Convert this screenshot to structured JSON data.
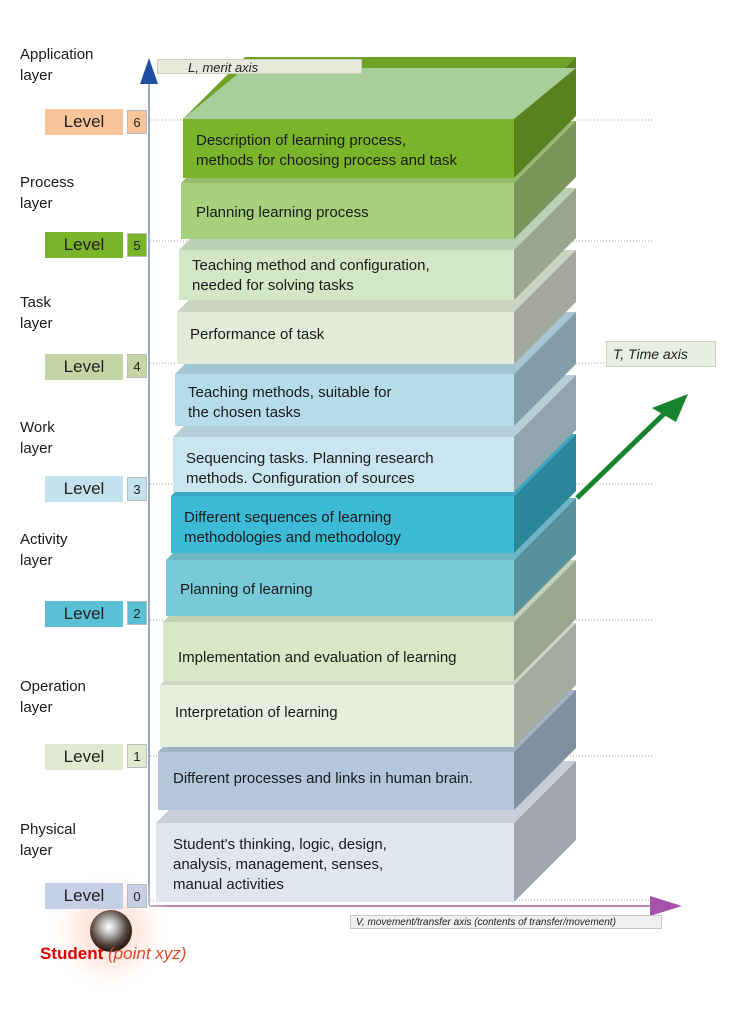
{
  "layers": [
    {
      "name": "Application\nlayer"
    },
    {
      "name": "Process\nlayer"
    },
    {
      "name": "Task\nlayer"
    },
    {
      "name": "Work\nlayer"
    },
    {
      "name": "Activity\nlayer"
    },
    {
      "name": "Operation\nlayer"
    },
    {
      "name": "Physical\nlayer"
    }
  ],
  "levels": [
    {
      "label": "Level",
      "number": "6",
      "color": "#f9c49a"
    },
    {
      "label": "Level",
      "number": "5",
      "color": "#7ab42b"
    },
    {
      "label": "Level",
      "number": "4",
      "color": "#c4d4a4"
    },
    {
      "label": "Level",
      "number": "3",
      "color": "#c3e2ee"
    },
    {
      "label": "Level",
      "number": "2",
      "color": "#5bc0d6"
    },
    {
      "label": "Level",
      "number": "1",
      "color": "#e0ead0"
    },
    {
      "label": "Level",
      "number": "0",
      "color": "#c6d0e4"
    }
  ],
  "slabs": [
    {
      "text": "Description of learning process,\nmethods for choosing process and task",
      "color": "#7ab42b"
    },
    {
      "text": "Planning learning process",
      "color": "#a6d07c"
    },
    {
      "text": "Teaching method and configuration,\nneeded for solving tasks",
      "color": "#d3e7c7"
    },
    {
      "text": "Performance of task",
      "color": "#e4ead8"
    },
    {
      "text": "Teaching methods, suitable for\nthe chosen tasks",
      "color": "#b6dcea"
    },
    {
      "text": "Sequencing tasks. Planning research\nmethods. Configuration of sources",
      "color": "#c9e5ef"
    },
    {
      "text": "Different sequences of learning\nmethodologies and methodology",
      "color": "#3dbad6"
    },
    {
      "text": "Planning of learning",
      "color": "#79cad8"
    },
    {
      "text": "Implementation and evaluation of learning",
      "color": "#d6e8c5"
    },
    {
      "text": "Interpretation of learning",
      "color": "#e6eedd"
    },
    {
      "text": "Different processes and links in human brain.",
      "color": "#b4c6dc"
    },
    {
      "text": "Student's thinking, logic, design,\nanalysis, management, senses,\nmanual activities",
      "color": "#dfe6f0"
    }
  ],
  "axes": {
    "merit": "L, merit axis",
    "time": "T, Time axis",
    "movement": "V, movement/transfer axis (contents of transfer/movement)"
  },
  "student": {
    "name": "Student",
    "point": "(point xyz)"
  }
}
